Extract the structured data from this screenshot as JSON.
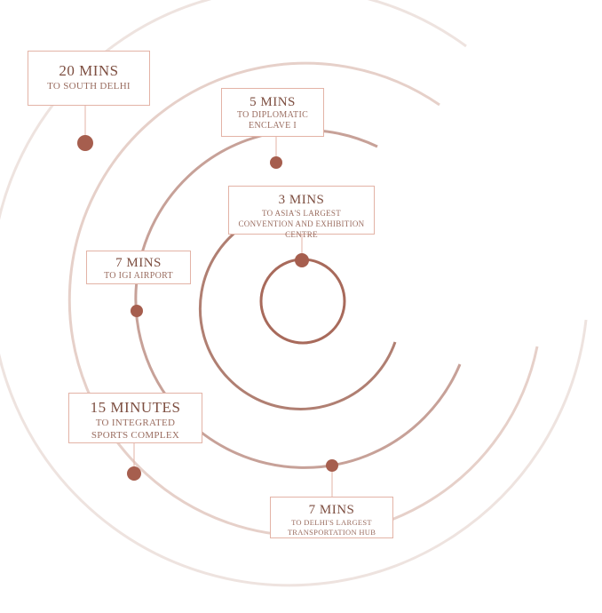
{
  "colors": {
    "dot": "#a65e4e",
    "ring_inner": "#a86a5b",
    "ring_mid": "#c49a90",
    "ring_outer": "#e6d3cd",
    "box_border": "#e3b3a6"
  },
  "labels": {
    "south_delhi": {
      "time": "20 MINS",
      "desc": "TO SOUTH DELHI"
    },
    "diplomatic": {
      "time": "5 MINS",
      "desc": "TO DIPLOMATIC ENCLAVE I"
    },
    "convention": {
      "time": "3 MINS",
      "desc": "TO ASIA'S LARGEST CONVENTION AND EXHIBITION CENTRE"
    },
    "igi": {
      "time": "7 MINS",
      "desc": "TO IGI AIRPORT"
    },
    "sports": {
      "time": "15 MINUTES",
      "desc": "TO INTEGRATED SPORTS COMPLEX"
    },
    "transport": {
      "time": "7 MINS",
      "desc": "TO DELHI'S LARGEST TRANSPORTATION HUB"
    }
  }
}
